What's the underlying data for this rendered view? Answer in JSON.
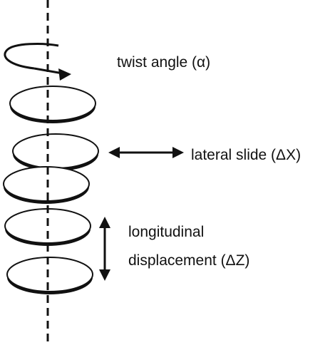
{
  "labels": {
    "twist": "twist angle (α)",
    "lateral": "lateral slide (ΔX)",
    "longitudinal_line1": "longitudinal",
    "longitudinal_line2": "displacement (ΔZ)"
  },
  "colors": {
    "stroke": "#111111",
    "disk_fill": "#ffffff",
    "background": "#ffffff"
  }
}
